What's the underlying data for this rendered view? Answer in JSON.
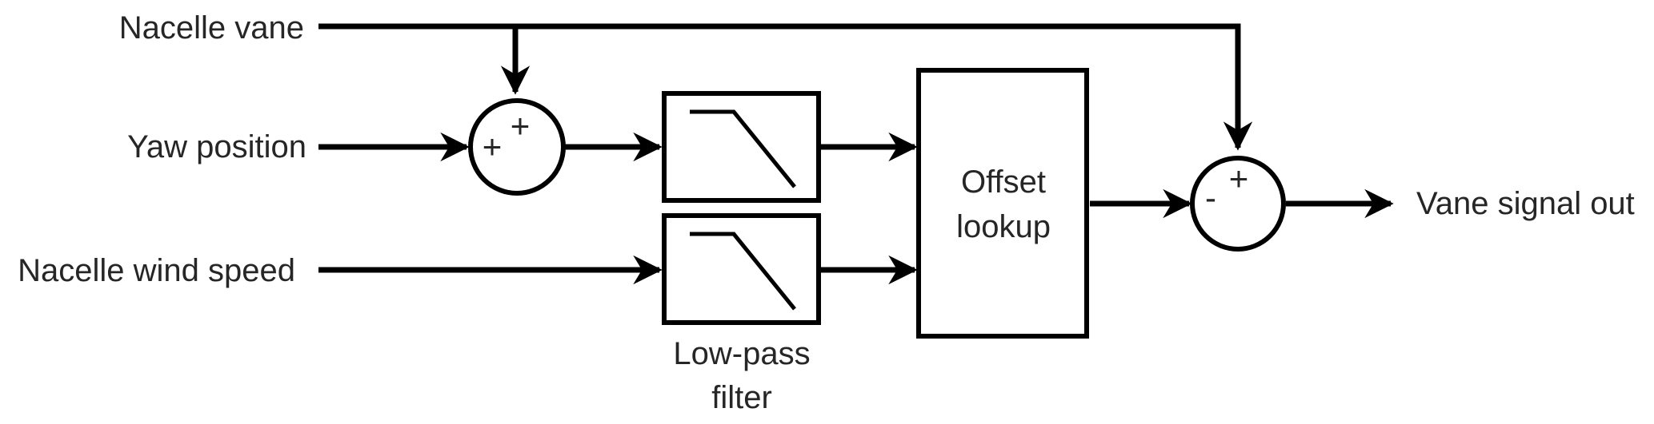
{
  "inputs": {
    "nacelle_vane": "Nacelle vane",
    "yaw_position": "Yaw position",
    "nacelle_wind_speed": "Nacelle wind speed"
  },
  "output": {
    "vane_signal_out": "Vane signal out"
  },
  "blocks": {
    "low_pass_filter_line1": "Low-pass",
    "low_pass_filter_line2": "filter",
    "offset_lookup_line1": "Offset",
    "offset_lookup_line2": "lookup"
  },
  "summers": {
    "sum1_sign_top": "+",
    "sum1_sign_left": "+",
    "sum2_sign_top": "+",
    "sum2_sign_left": "-"
  }
}
